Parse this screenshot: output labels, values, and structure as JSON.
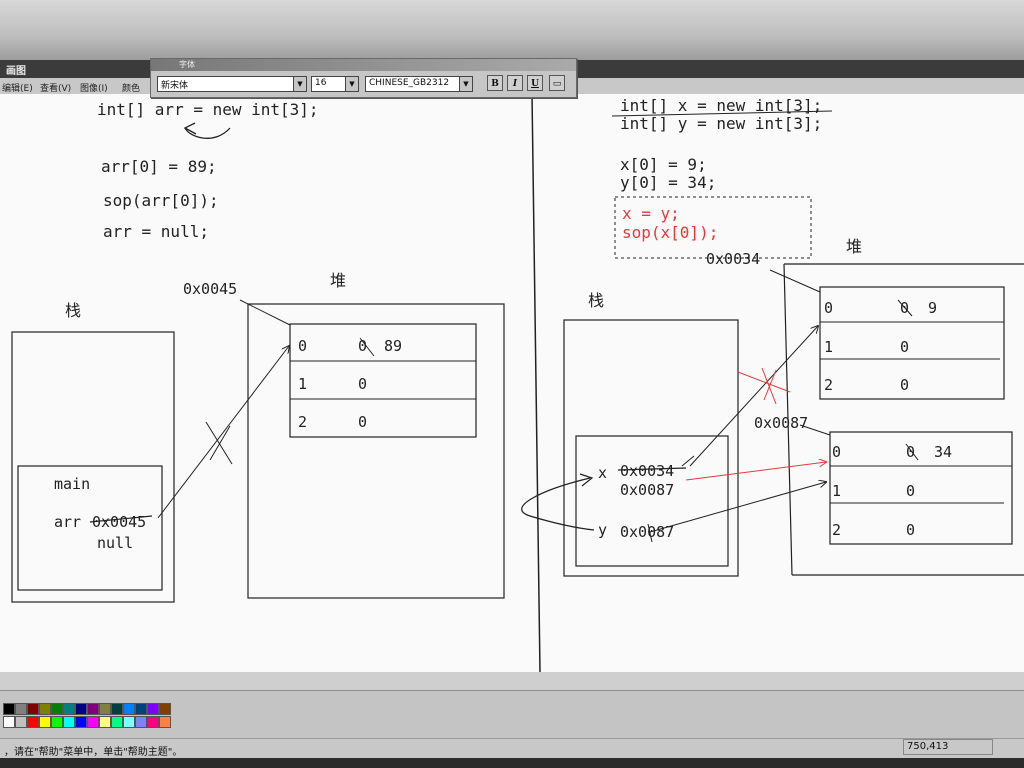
{
  "window": {
    "title": "画图"
  },
  "menu": [
    "编辑(E)",
    "查看(V)",
    "图像(I)",
    "颜色"
  ],
  "font_toolbar": {
    "title": "字体",
    "font_name": "新宋体",
    "font_size": "16",
    "charset": "CHINESE_GB2312",
    "buttons": [
      "B",
      "I",
      "U",
      ""
    ]
  },
  "left_diagram": {
    "code": [
      "int[] arr = new int[3];",
      "arr[0] = 89;",
      "sop(arr[0]);",
      "arr = null;"
    ],
    "stack_label": "栈",
    "heap_label": "堆",
    "address": "0x0045",
    "frame_label": "main",
    "var_name": "arr",
    "var_old_value": "0x0045",
    "var_new_value": "null",
    "array": [
      {
        "index": "0",
        "old": "0",
        "value": "89"
      },
      {
        "index": "1",
        "value": "0"
      },
      {
        "index": "2",
        "value": "0"
      }
    ]
  },
  "right_diagram": {
    "code": [
      "int[] x = new int[3];",
      "int[] y = new int[3];",
      "x[0] = 9;",
      "y[0] = 34;"
    ],
    "highlight_code": [
      "x = y;",
      "sop(x[0]);"
    ],
    "stack_label": "栈",
    "heap_label": "堆",
    "x_name": "x",
    "x_old_value": "0x0034",
    "x_new_value": "0x0087",
    "y_name": "y",
    "y_value": "0x0087",
    "address_x": "0x0034",
    "address_y": "0x0087",
    "array_x": [
      {
        "index": "0",
        "old": "0",
        "value": "9"
      },
      {
        "index": "1",
        "value": "0"
      },
      {
        "index": "2",
        "value": "0"
      }
    ],
    "array_y": [
      {
        "index": "0",
        "old": "0",
        "value": "34"
      },
      {
        "index": "1",
        "value": "0"
      },
      {
        "index": "2",
        "value": "0"
      }
    ]
  },
  "palette": [
    "#000000",
    "#808080",
    "#800000",
    "#808000",
    "#008000",
    "#008080",
    "#000080",
    "#800080",
    "#808040",
    "#004040",
    "#0080ff",
    "#004080",
    "#8000ff",
    "#804000",
    "#ffffff",
    "#c0c0c0",
    "#ff0000",
    "#ffff00",
    "#00ff00",
    "#00ffff",
    "#0000ff",
    "#ff00ff",
    "#ffff80",
    "#00ff80",
    "#80ffff",
    "#8080ff",
    "#ff0080",
    "#ff8040"
  ],
  "status": {
    "help_text": "，请在\"帮助\"菜单中，单击\"帮助主题\"。",
    "coords": "750,413"
  },
  "colors": {
    "ink": "#222222",
    "red_ink": "#e23a3a"
  }
}
